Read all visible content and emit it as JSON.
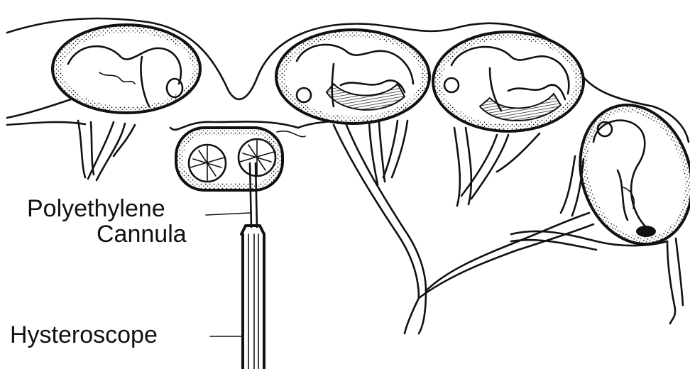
{
  "labels": {
    "cannula_line1": "Polyethylene",
    "cannula_line2": "Cannula",
    "hysteroscope": "Hysteroscope"
  },
  "colors": {
    "ink": "#111111",
    "background": "#ffffff"
  }
}
